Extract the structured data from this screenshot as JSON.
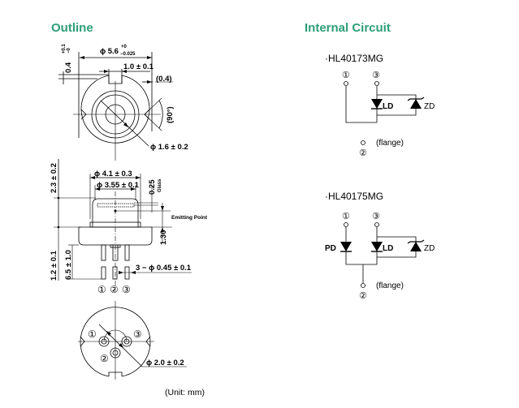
{
  "sections": {
    "outline": {
      "title": "Outline"
    },
    "internal_circuit": {
      "title": "Internal Circuit"
    }
  },
  "colors": {
    "heading": "#2e9e78",
    "line": "#000000"
  },
  "outline": {
    "top_view": {
      "diameter_main": "ϕ 5.6",
      "diameter_main_tol_plus": "+0",
      "diameter_main_tol_minus": "−0.025",
      "notch_width": "1.0 ± 0.1",
      "notch_depth": "0.4",
      "notch_depth_tol_plus": "+0.1",
      "notch_depth_tol_minus": "−0",
      "edge_offset": "(0.4)",
      "angle": "(90°)",
      "window_diameter": "ϕ 1.6 ± 0.2"
    },
    "side_view": {
      "cap_diameter": "ϕ 4.1 ± 0.3",
      "window_diameter": "ϕ 3.55 ± 0.1",
      "glass_thickness": "0.25",
      "glass_label": "Glass",
      "emitting_point_label": "Emitting Point",
      "emitting_height": "1.30",
      "cap_height": "2.3 ± 0.2",
      "flange_thickness": "1.2 ± 0.1",
      "lead_length": "6.5 ± 1.0",
      "lead_diameter": "3 − ϕ 0.45 ± 0.1",
      "pin_labels": [
        "①",
        "②",
        "③"
      ]
    },
    "bottom_view": {
      "pin_circle_diameter": "ϕ 2.0 ± 0.2",
      "pin_labels": [
        "①",
        "②",
        "③"
      ]
    },
    "unit_note": "(Unit: mm)"
  },
  "circuits": [
    {
      "model": "·HL40173MG",
      "pins": {
        "p1": "①",
        "p2": "②",
        "p3": "③"
      },
      "components": [
        "LD",
        "ZD"
      ],
      "flange_label": "(flange)"
    },
    {
      "model": "·HL40175MG",
      "pins": {
        "p1": "①",
        "p2": "②",
        "p3": "③"
      },
      "components": [
        "PD",
        "LD",
        "ZD"
      ],
      "flange_label": "(flange)"
    }
  ]
}
